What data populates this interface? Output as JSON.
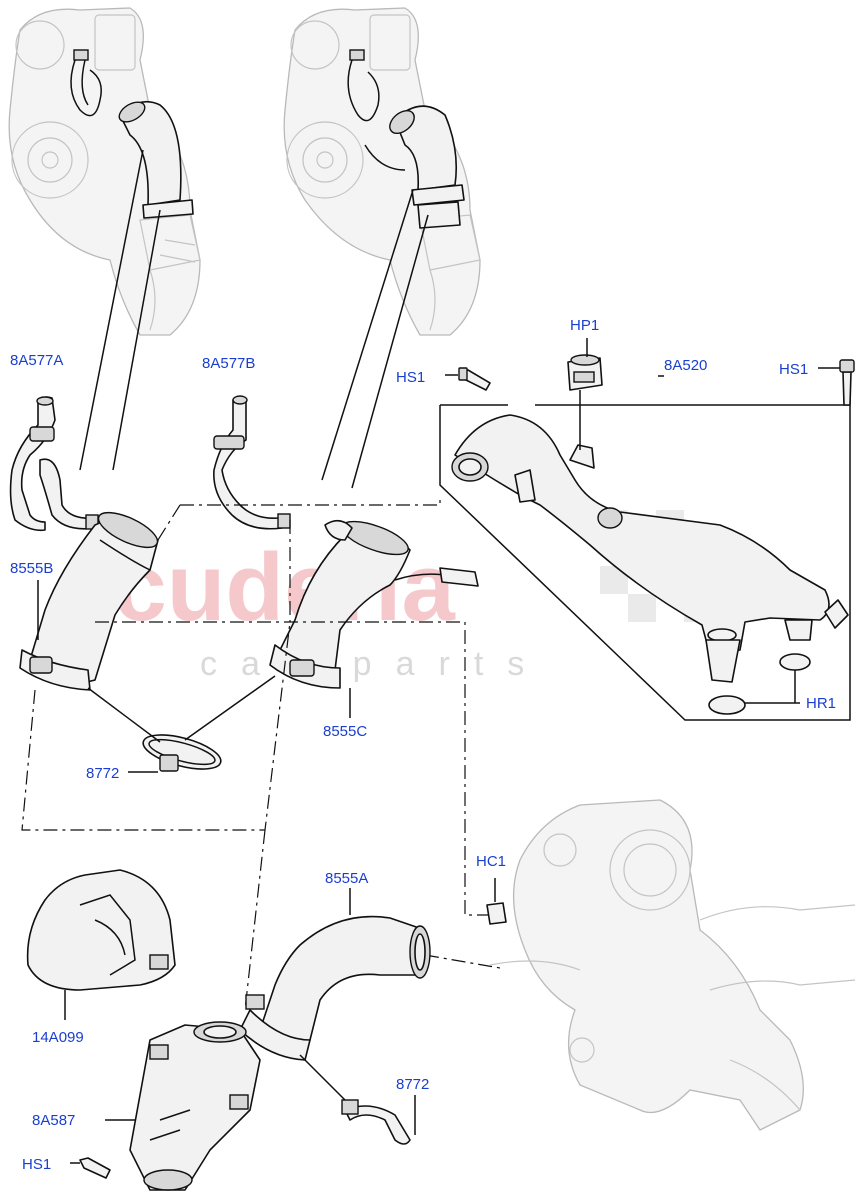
{
  "watermark": {
    "brand": "scuderia",
    "tagline": "car parts"
  },
  "labels": {
    "8A577A": "8A577A",
    "8A577B": "8A577B",
    "HS1_left": "HS1",
    "HP1": "HP1",
    "8A520": "8A520",
    "HS1_right": "HS1",
    "8555B": "8555B",
    "8555C": "8555C",
    "8772_upper": "8772",
    "HR1": "HR1",
    "HC1": "HC1",
    "8555A": "8555A",
    "14A099": "14A099",
    "8772_lower": "8772",
    "8A587": "8A587",
    "HS1_bottom": "HS1"
  },
  "colors": {
    "label": "#1a3fd0",
    "watermark_brand": "#f2b8bb",
    "watermark_tagline": "#d9d9d9",
    "line": "#111111"
  }
}
